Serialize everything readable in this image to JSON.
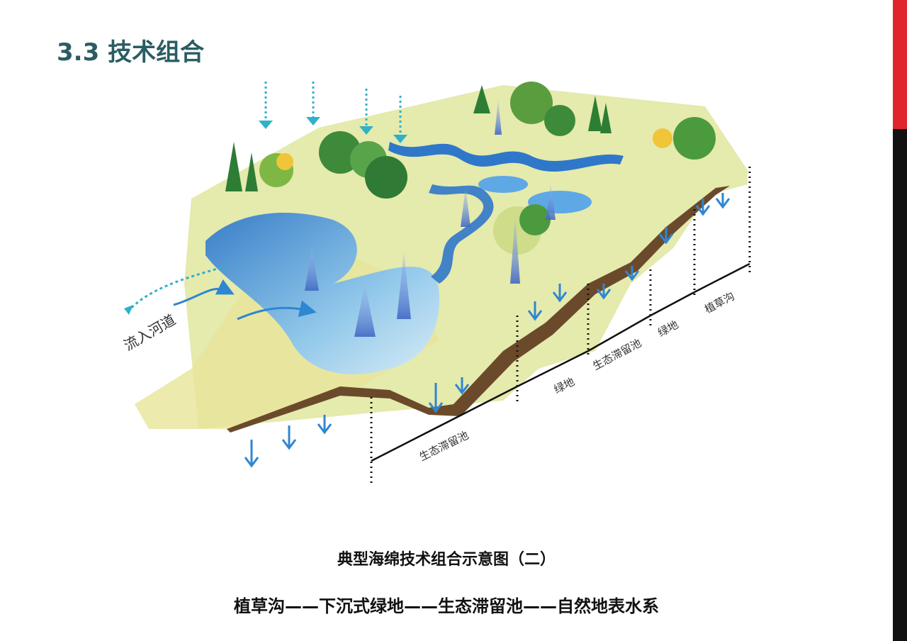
{
  "slide": {
    "title": "3.3 技术组合",
    "caption": "典型海绵技术组合示意图（二）",
    "subcaption": "植草沟——下沉式绿地——生态滞留池——自然地表水系"
  },
  "diagram": {
    "labels": {
      "flow_out": "流入河道",
      "pond_left": "生态滞留池",
      "green_1": "绿地",
      "pond_right": "生态滞留池",
      "green_2": "绿地",
      "swale": "植草沟"
    }
  },
  "colors": {
    "title": "#2a5d63",
    "accent_red": "#e0262b",
    "water": "#3b8fd6",
    "grass": "#c9d65a",
    "soil": "#6b4a2c"
  }
}
